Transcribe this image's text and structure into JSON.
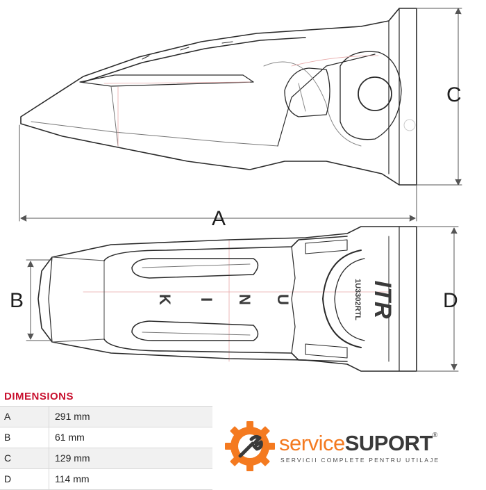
{
  "diagram": {
    "labels": {
      "a": "A",
      "b": "B",
      "c": "C",
      "d": "D"
    },
    "brand_vertical": "ITR",
    "part_number": "1U3302RTL",
    "side_letters": [
      "K",
      "I",
      "N",
      "U"
    ]
  },
  "dimensions": {
    "title": "DIMENSIONS",
    "rows": [
      {
        "key": "A",
        "value": "291 mm"
      },
      {
        "key": "B",
        "value": "61 mm"
      },
      {
        "key": "C",
        "value": "129 mm"
      },
      {
        "key": "D",
        "value": "114 mm"
      }
    ]
  },
  "logo": {
    "word1": "service",
    "word2": "SUPORT",
    "registered": "®",
    "tagline": "SERVICII COMPLETE PENTRU UTILAJE"
  },
  "colors": {
    "title_red": "#c8102e",
    "logo_orange": "#f47a20",
    "logo_dark": "#3a3a3a"
  },
  "icons": [
    "gear-icon",
    "wrench-icon"
  ]
}
